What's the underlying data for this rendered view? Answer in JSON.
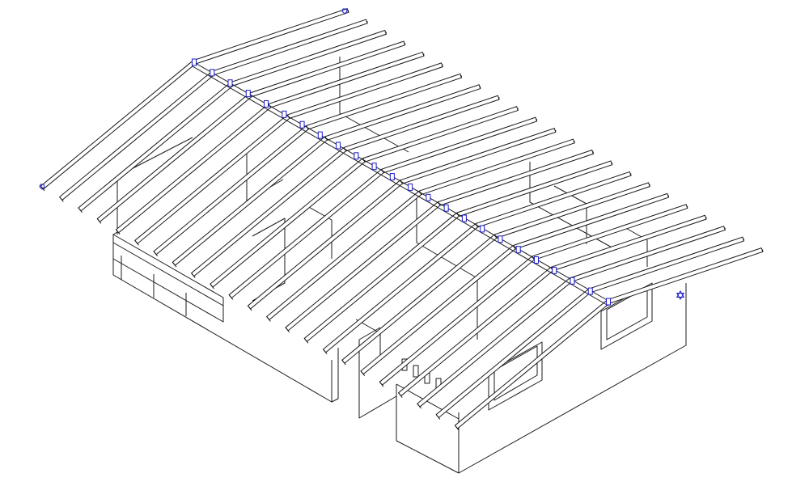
{
  "viewport": {
    "background": "#ffffff",
    "line_color": "#1a1a1a",
    "hidden_line_color": "#8c8c8c",
    "marker_color": "#1a1acc"
  },
  "markers": [
    {
      "name": "ridge-end-marker",
      "icon": "tag-icon"
    },
    {
      "name": "eave-end-marker",
      "icon": "tag-icon"
    },
    {
      "name": "view-anchor-marker",
      "icon": "star-of-david-icon"
    }
  ],
  "model": {
    "rafter_count_rear": 23,
    "rafter_count_front": 23,
    "connector_count": 24
  }
}
